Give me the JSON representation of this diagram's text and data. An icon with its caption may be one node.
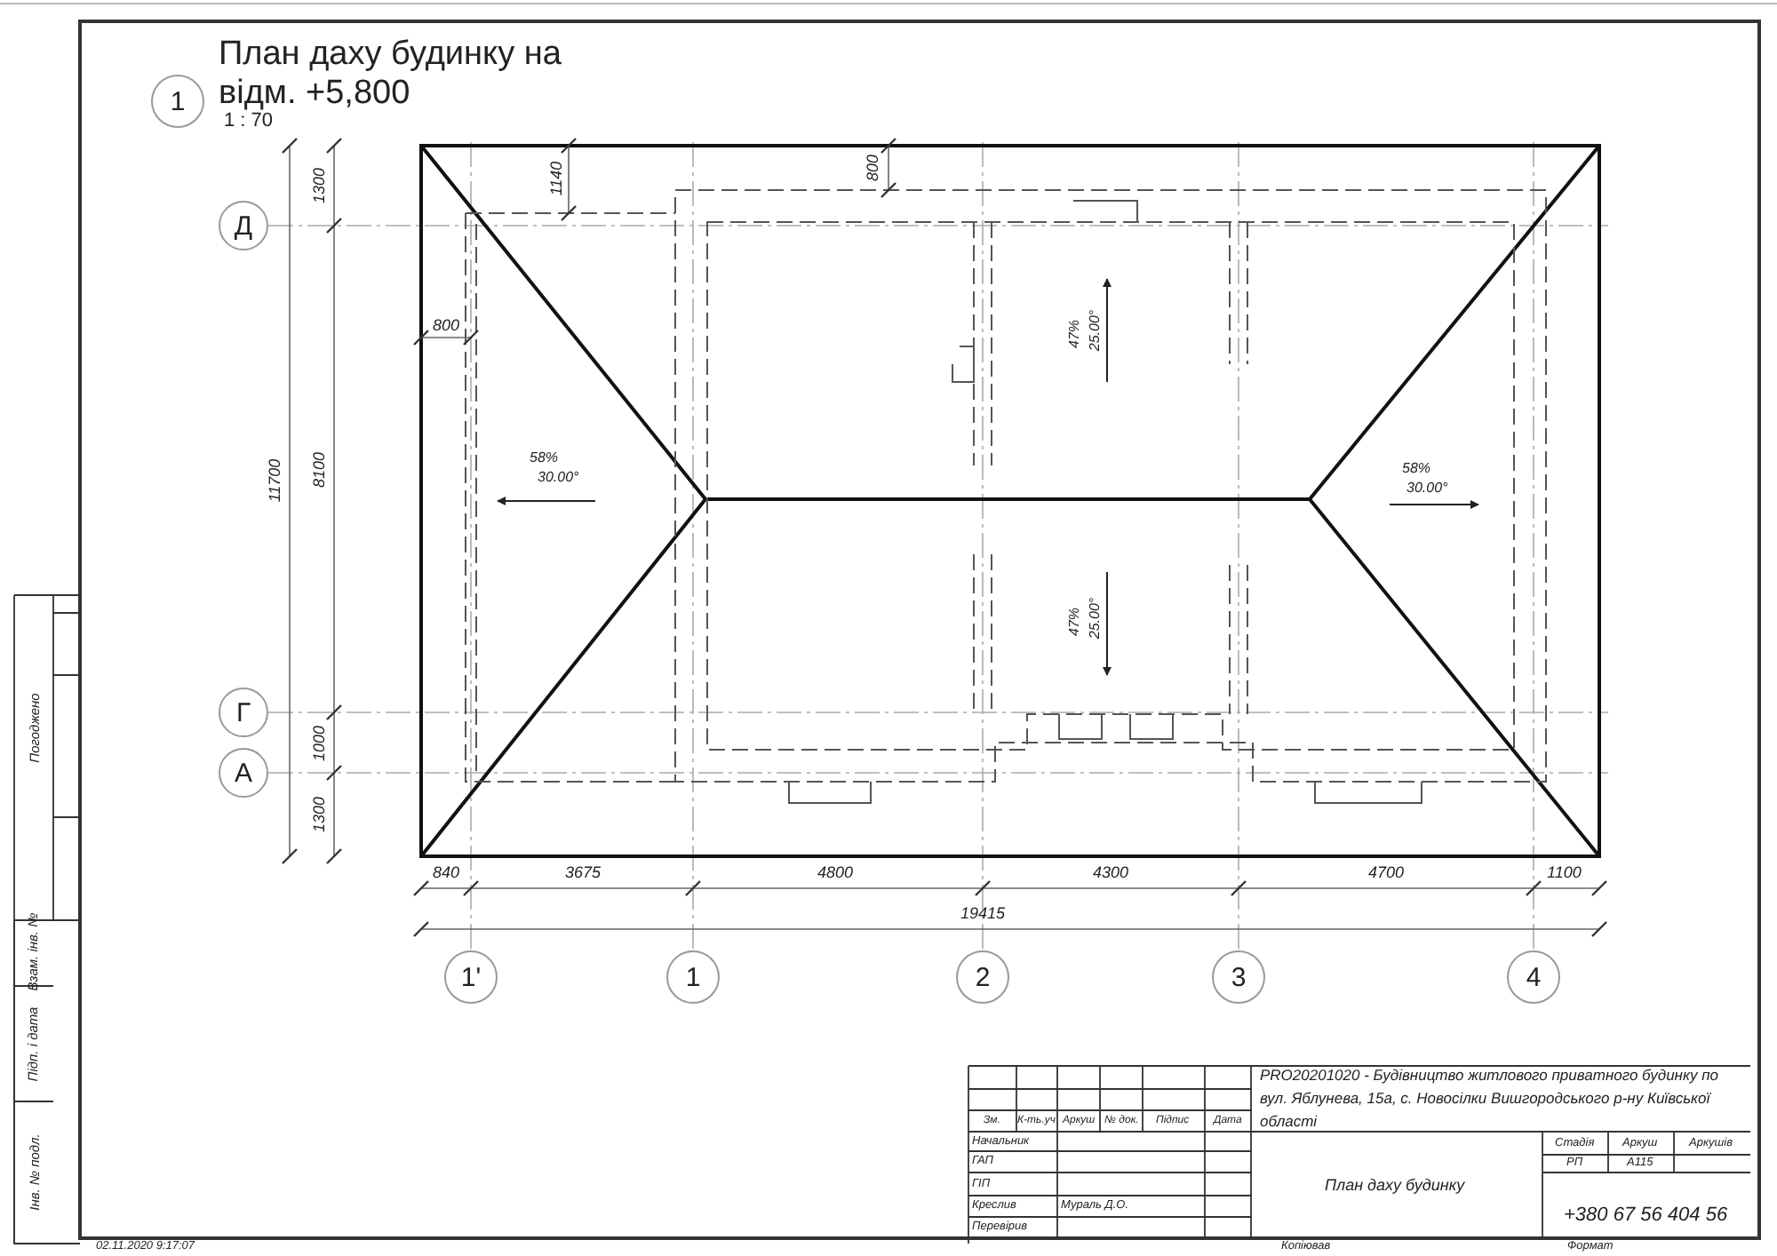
{
  "diagram": {
    "title": "План даху будинку на відм. +5,800",
    "labels": [
      "1",
      "1 : 70",
      "1300",
      "1140",
      "800",
      "Д",
      "800",
      "11700",
      "8100",
      "58%",
      "30.00°",
      "47%",
      "25.00°",
      "58%",
      "30.00°",
      "47%",
      "25.00°",
      "Г",
      "1000",
      "А",
      "1300",
      "840",
      "3675",
      "4800",
      "4300",
      "4700",
      "1100",
      "19415",
      "1'",
      "1",
      "2",
      "3",
      "4",
      "Погоджено",
      "Взам. інв. №",
      "Підп. і дата",
      "Інв. № подл.",
      "02.11.2020 9:17:07",
      "PRO20201020 - Будівництво житлового приватного будинку по вул. Яблунева, 15а, с. Новосілки Вишгородського р-ну Київської області",
      "Зм.",
      "К-ть.уч",
      "Аркуш",
      "№ док.",
      "Підпис",
      "Дата",
      "Начальник",
      "Стадія",
      "Аркуш",
      "Аркушів",
      "ГАП",
      "РП",
      "А115",
      "ГІП",
      "План даху будинку",
      "Креслив",
      "Мураль Д.О.",
      "+380 67 56 404 56",
      "Перевірив",
      "Копіював",
      "Формат"
    ]
  }
}
